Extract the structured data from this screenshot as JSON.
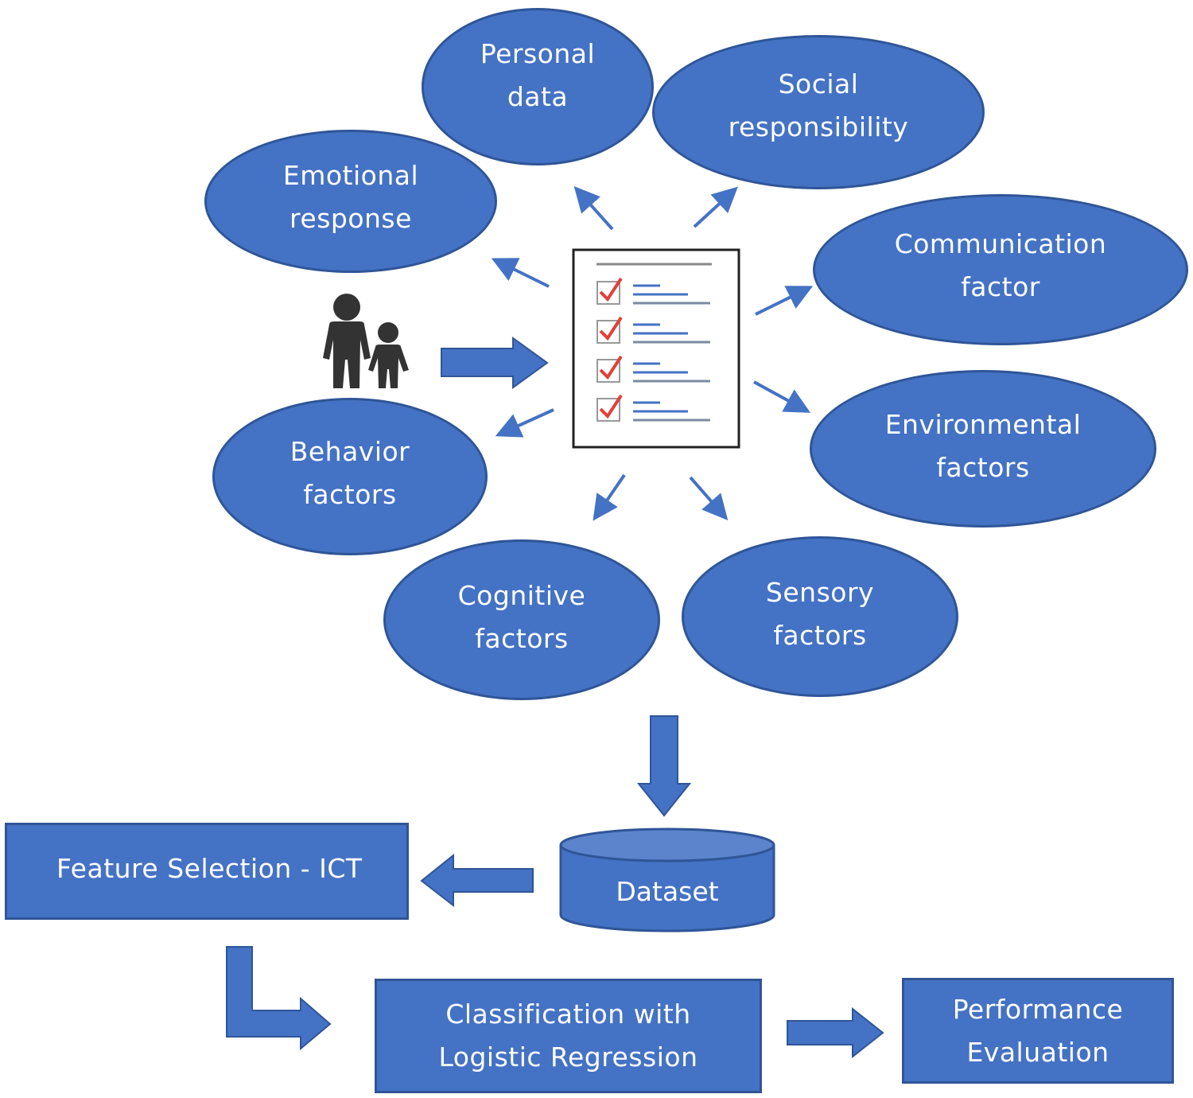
{
  "diagram": {
    "factors": {
      "personal": [
        "Personal",
        "data"
      ],
      "social": [
        "Social",
        "responsibility"
      ],
      "emotional": [
        "Emotional",
        "response"
      ],
      "communication": [
        "Communication",
        "factor"
      ],
      "environmental": [
        "Environmental",
        "factors"
      ],
      "behavior": [
        "Behavior",
        "factors"
      ],
      "cognitive": [
        "Cognitive",
        "factors"
      ],
      "sensory": [
        "Sensory",
        "factors"
      ]
    },
    "pipeline": {
      "dataset": "Dataset",
      "feature_selection": "Feature Selection - ICT",
      "classification": [
        "Classification with",
        "Logistic Regression"
      ],
      "performance": [
        "Performance",
        "Evaluation"
      ]
    },
    "colors": {
      "shape_fill": "#4472c4",
      "shape_border": "#2f5597",
      "checkmark": "#e0403a",
      "people": "#333333"
    },
    "icons": [
      "parent-child-icon",
      "survey-checklist-icon"
    ]
  }
}
